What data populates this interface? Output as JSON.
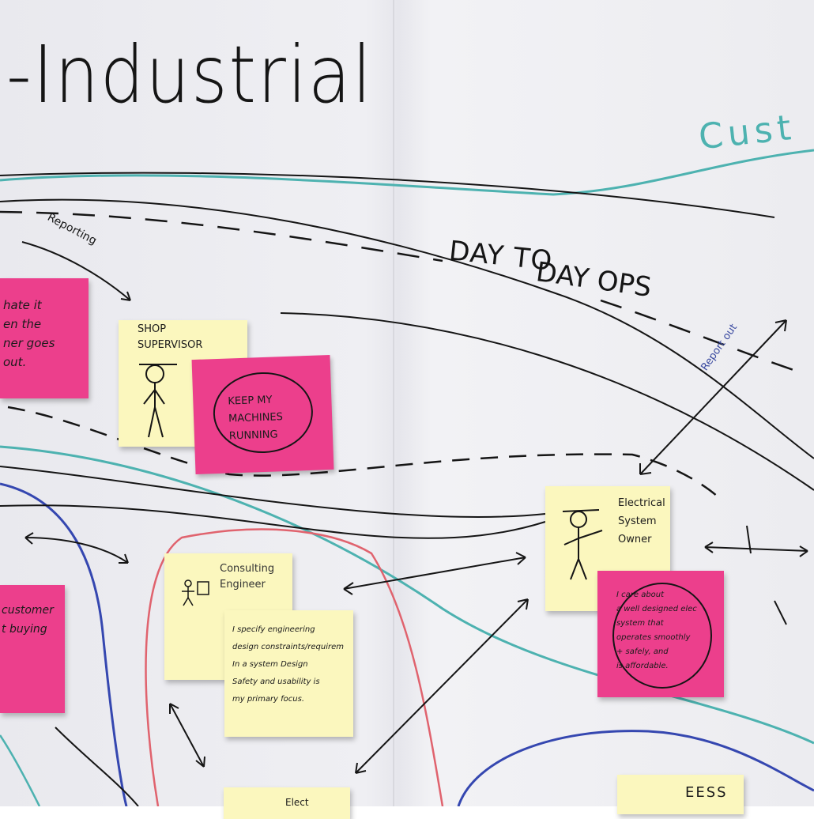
{
  "board": {
    "title": "-Industrial",
    "top_right_word": "Cust",
    "day_label_1": "DAY TO",
    "day_label_2": "DAY OPS",
    "reporting_label": "Reporting",
    "report_out_label": "Report out"
  },
  "notes": {
    "left_top_pink": "hate it\nen the\nner goes\nout.",
    "shop_supervisor": "SHOP\nSUPERVISOR",
    "keep_machines": "KEEP MY\nMACHINES\nRUNNING",
    "electrical_owner": "Electrical\nSystem\nOwner",
    "electrical_owner_quote": "I care about\na well designed elec\nsystem that\noperates smoothly\n+ safely, and\nis affordable.",
    "consulting_engineer": "Consulting\nEngineer",
    "consulting_quote": "I specify engineering\ndesign constraints/requirem\nIn a system Design\nSafety and usability is\nmy primary focus.",
    "left_bottom_pink": "customer\nt buying",
    "bottom_center": "Elect",
    "bottom_right": "EESS"
  },
  "colors": {
    "pink_note": "#ec3f8c",
    "yellow_note": "#fbf7be",
    "teal_marker": "#4db2b0",
    "blue_marker": "#3547b0",
    "red_marker": "#e0636e",
    "black_marker": "#151515"
  }
}
